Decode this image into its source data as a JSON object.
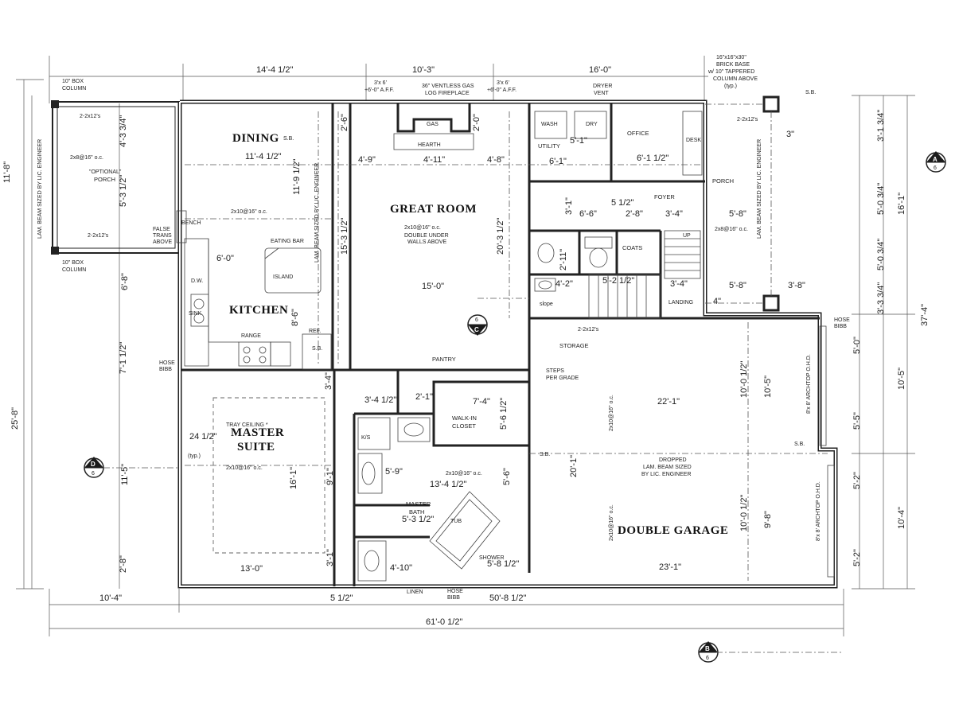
{
  "rooms": {
    "dining": "DINING",
    "great_room": "GREAT ROOM",
    "kitchen": "KITCHEN",
    "master_suite_1": "MASTER",
    "master_suite_2": "SUITE",
    "master_bath_1": "MASTER",
    "master_bath_2": "BATH",
    "walk_in_closet_1": "WALK-IN",
    "walk_in_closet_2": "CLOSET",
    "pantry": "PANTRY",
    "utility": "UTILITY",
    "office": "OFFICE",
    "foyer": "FOYER",
    "porch": "PORCH",
    "optional_porch_1": "\"OPTIONAL\"",
    "optional_porch_2": "PORCH",
    "coats": "COATS",
    "storage": "STORAGE",
    "landing": "LANDING",
    "double_garage": "DOUBLE GARAGE",
    "linen": "LINEN",
    "island": "ISLAND",
    "eating_bar": "EATING BAR",
    "hearth": "HEARTH",
    "tub": "TUB",
    "shower": "SHOWER"
  },
  "fixtures": {
    "wash": "WASH",
    "dry": "DRY",
    "desk": "DESK",
    "range": "RANGE",
    "ref": "REF.",
    "sink": "SINK",
    "dw": "D.W.",
    "gas": "GAS",
    "bench": "BENCH",
    "ks": "K/S",
    "slope": "slope",
    "up": "UP"
  },
  "overall_dims": {
    "top_1": "14'-4 1/2\"",
    "top_2": "10'-3\"",
    "top_3": "16'-0\"",
    "bottom_1": "10'-4\"",
    "bottom_2": "50'-8 1/2\"",
    "bottom_3": "5 1/2\"",
    "bottom_total": "61'-0 1/2\"",
    "left_1": "11'-8\"",
    "left_2": "25'-8\"",
    "right_1": "16'-1\"",
    "right_2": "37'-4\"",
    "right_3": "10'-5\"",
    "right_4": "10'-4\""
  },
  "room_dims": {
    "dining_w": "11'-4 1/2\"",
    "dining_h": "11'-9 1/2\"",
    "porch_h": "5'-3 1/2\"",
    "porch_h2": "4'-3 3/4\"",
    "kitchen_w": "6'-0\"",
    "kitchen_h": "8'-6\"",
    "kitchen_h2": "6'-8\"",
    "great_w1": "4'-9\"",
    "great_w2": "4'-11\"",
    "great_w3": "4'-8\"",
    "great_w": "15'-0\"",
    "great_h": "20'-3 1/2\"",
    "great_h2": "15'-3 1/2\"",
    "utility_w": "6'-1\"",
    "utility_h": "5'-1\"",
    "office_w": "6'-1 1/2\"",
    "foyer_w1": "6'-6\"",
    "foyer_w2": "2'-8\"",
    "foyer_w3": "3'-4\"",
    "porch_w": "5'-8\"",
    "porch_w2": "5'-8\"",
    "porch_w3": "3'-8\"",
    "porch_h3": "5'-0 3/4\"",
    "porch_h4": "5'-0 3/4\"",
    "porch_h5": "3'-3 3/4\"",
    "porch_h6": "3'-1 3/4\"",
    "master_w": "13'-0\"",
    "master_h": "16'-1\"",
    "master_h2": "11'-5\"",
    "master_h3": "7'-1 1/2\"",
    "master_h4": "2'-8\"",
    "closet_w": "7'-4\"",
    "closet_h": "5'-6 1/2\"",
    "bath_w": "13'-4 1/2\"",
    "bath_w2": "5'-9\"",
    "bath_w3": "4'-10\"",
    "bath_w4": "5'-3 1/2\"",
    "bath_h": "5'-6\"",
    "bath_w5": "5'-8 1/2\"",
    "garage_w": "22'-1\"",
    "garage_w2": "23'-1\"",
    "garage_h": "20'-1\"",
    "garage_h2": "10'-0 1/2\"",
    "garage_h3": "10'-0 1/2\"",
    "garage_h4": "9'-8\"",
    "garage_h5": "10'-5\"",
    "garage_h6": "5'-0\"",
    "garage_h7": "5'-5\"",
    "garage_h8": "5'-2\"",
    "garage_h9": "5'-2\"",
    "hall_w": "3'-4 1/2\"",
    "hall_w2": "4'-2\"",
    "hall_w3": "5'-2 1/2\"",
    "hall_w4": "3'-4\"",
    "hall_w5": "2'-1\"",
    "dim_24": "24 1/2\"",
    "dim_5_1": "5'-1\"",
    "dim_2_11": "2'-11\"",
    "dim_3_1": "3'-1\"",
    "dim_3_4": "3'-4\"",
    "dim_5_half": "5 1/2\"",
    "dim_2_6": "2'-6\"",
    "dim_2_0": "2'-0\"",
    "dim_3": "3\"",
    "dim_4": "4\"",
    "dim_9_1": "9'-1\"",
    "dim_3_1b": "3'-1\""
  },
  "notes": {
    "beam_spec_1": "2x10@16\" o.c.",
    "beam_spec_2": "2x8@16\" o.c.",
    "double_under": "DOUBLE UNDER",
    "walls_above": "WALLS ABOVE",
    "tray_ceiling": "TRAY CEILING *",
    "box_column_top": "10\" BOX",
    "box_column_top2": "COLUMN",
    "box_column_bot": "10\" BOX",
    "box_column_bot2": "COLUMN",
    "fireplace_1": "36\" VENTLESS GAS",
    "fireplace_2": "LOG FIREPLACE",
    "dryer_vent_1": "DRYER",
    "dryer_vent_2": "VENT",
    "brick_base_1": "16\"x16\"x30\"",
    "brick_base_2": "BRICK BASE",
    "brick_base_3": "w/ 10\" TAPPERED",
    "brick_base_4": "COLUMN ABOVE",
    "brick_base_5": "(typ.)",
    "false_trans_1": "FALSE",
    "false_trans_2": "TRANS",
    "false_trans_3": "ABOVE",
    "hose_bibb": "HOSE",
    "hose_bibb2": "BIBB",
    "steps_1": "STEPS",
    "steps_2": "PER GRADE",
    "lam_beam_1": "DROPPED",
    "lam_beam_2": "LAM. BEAM SIZED",
    "lam_beam_3": "BY LIC. ENGINEER",
    "archtop_1": "8'x 8' ARCHTOP O.H.D.",
    "archtop_2": "8'x 8' ARCHTOP O.H.D.",
    "window_3x6": "3'x 6'",
    "window_3x6b": "3'x 6'",
    "window_sub": "+6'-0\" A.F.F.",
    "sb": "S.B.",
    "typ": "(typ.)",
    "lam_side": "LAM. BEAM SIZED BY LIC. ENGINEER",
    "beam_2x12": "2-2x12's"
  },
  "section_marks": {
    "a": "A",
    "b": "B",
    "c": "C",
    "d": "D",
    "sheet": "6"
  },
  "colors": {
    "line": "#222222",
    "background": "#ffffff",
    "mark_fill": "#1a1a1a"
  }
}
